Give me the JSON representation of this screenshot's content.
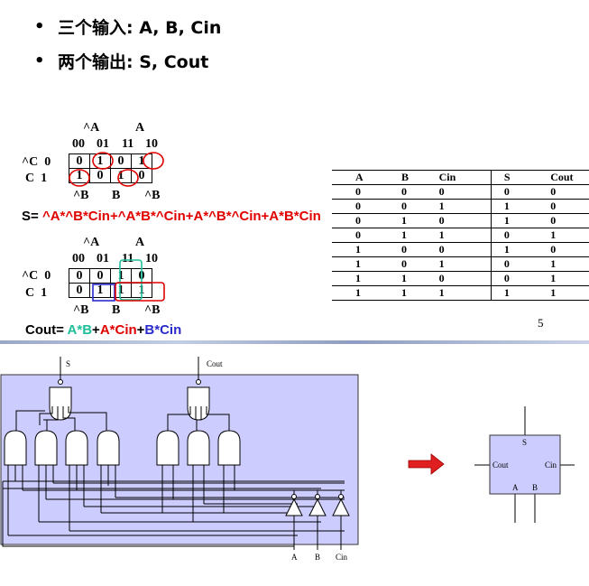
{
  "bullets": [
    {
      "text": "三个输入: A, B, Cin"
    },
    {
      "text": "两个输出: S, Cout"
    }
  ],
  "kmap_s": {
    "top_labels": {
      "not_a": "^A",
      "a": "A"
    },
    "col_headers": [
      "00",
      "01",
      "11",
      "10"
    ],
    "row_labels": [
      "^C  0",
      "C  1"
    ],
    "cells": [
      [
        "0",
        "1",
        "0",
        "1"
      ],
      [
        "1",
        "0",
        "1",
        "0"
      ]
    ],
    "bottom_labels": [
      "^B",
      "B",
      "^B"
    ],
    "eq_prefix": "S= ",
    "eq_terms": "^A*^B*Cin+^A*B*^Cin+A*^B*^Cin+A*B*Cin"
  },
  "kmap_c": {
    "top_labels": {
      "not_a": "^A",
      "a": "A"
    },
    "col_headers": [
      "00",
      "01",
      "11",
      "10"
    ],
    "row_labels": [
      "^C  0",
      "C  1"
    ],
    "cells": [
      [
        "0",
        "0",
        "1",
        "0"
      ],
      [
        "0",
        "1",
        "1",
        "1"
      ]
    ],
    "bottom_labels": [
      "^B",
      "B",
      "^B"
    ],
    "eq_prefix": "Cout= ",
    "eq_t1": "A*B",
    "eq_plus1": "+",
    "eq_t2": "A*Cin",
    "eq_plus2": "+",
    "eq_t3": "B*Cin"
  },
  "truth_table": {
    "headers": [
      "A",
      "B",
      "Cin",
      "S",
      "Cout"
    ],
    "rows": [
      [
        "0",
        "0",
        "0",
        "0",
        "0"
      ],
      [
        "0",
        "0",
        "1",
        "1",
        "0"
      ],
      [
        "0",
        "1",
        "0",
        "1",
        "0"
      ],
      [
        "0",
        "1",
        "1",
        "0",
        "1"
      ],
      [
        "1",
        "0",
        "0",
        "1",
        "0"
      ],
      [
        "1",
        "0",
        "1",
        "0",
        "1"
      ],
      [
        "1",
        "1",
        "0",
        "0",
        "1"
      ],
      [
        "1",
        "1",
        "1",
        "1",
        "1"
      ]
    ]
  },
  "page_number": "5",
  "schematic": {
    "out_s": "S",
    "out_cout": "Cout",
    "in_a": "A",
    "in_b": "B",
    "in_cin": "Cin"
  },
  "block": {
    "s": "S",
    "cout": "Cout",
    "cin": "Cin",
    "a": "A",
    "b": "B"
  },
  "colors": {
    "panel_fill": "#ccccff",
    "arrow": "#e02020",
    "circle": "#e00000",
    "green_box": "#1fbf9a",
    "blue_box": "#2a2acc"
  }
}
